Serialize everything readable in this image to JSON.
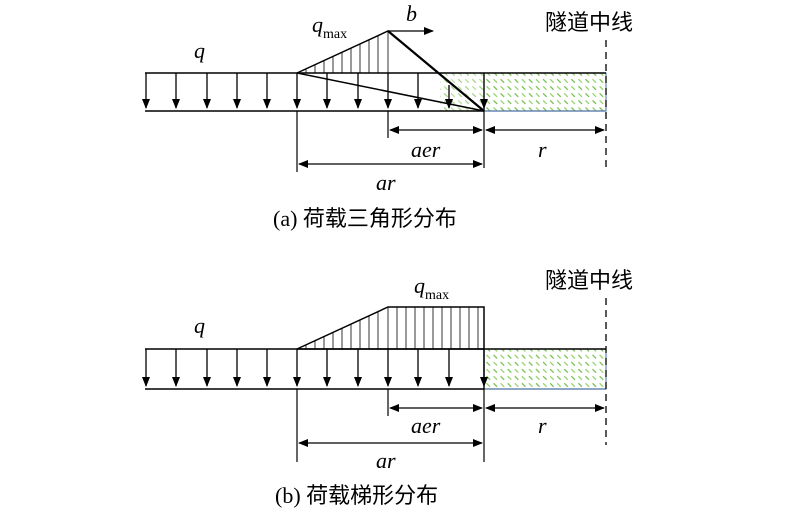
{
  "diagram_a": {
    "caption": "(a) 荷载三角形分布",
    "centerline_label": "隧道中线",
    "load_label": "q",
    "qmax_base": "q",
    "qmax_sub": "max",
    "b_label": "b",
    "aer_label": "aer",
    "r_label": "r",
    "ar_label": "ar"
  },
  "diagram_b": {
    "caption": "(b) 荷载梯形分布",
    "centerline_label": "隧道中线",
    "load_label": "q",
    "qmax_base": "q",
    "qmax_sub": "max",
    "aer_label": "aer",
    "r_label": "r",
    "ar_label": "ar"
  },
  "colors": {
    "line": "#000000",
    "hatch_green": "#6dbb45",
    "tunnel_border": "#4a6fa5"
  }
}
